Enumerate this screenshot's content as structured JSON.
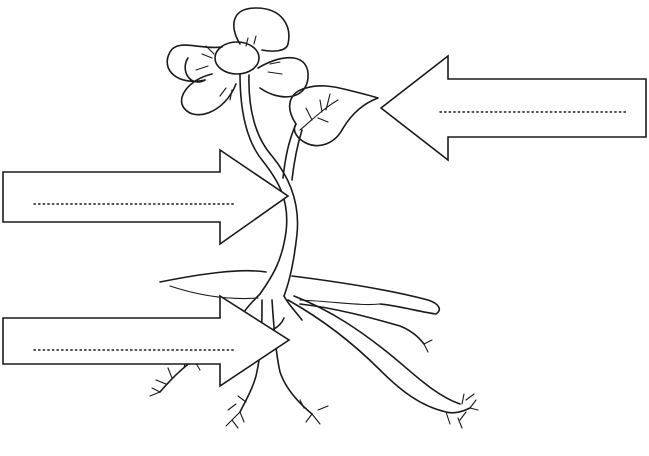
{
  "diagram": {
    "type": "plant-parts-labeling-worksheet",
    "parts_drawn": [
      "flower",
      "leaf",
      "stem",
      "roots"
    ],
    "arrows": [
      {
        "id": "arrow-leaf",
        "points_to": "leaf",
        "label": ""
      },
      {
        "id": "arrow-stem",
        "points_to": "stem",
        "label": ""
      },
      {
        "id": "arrow-root",
        "points_to": "root",
        "label": ""
      }
    ],
    "colors": {
      "ink": "#1a1a1a",
      "background": "#ffffff"
    }
  }
}
